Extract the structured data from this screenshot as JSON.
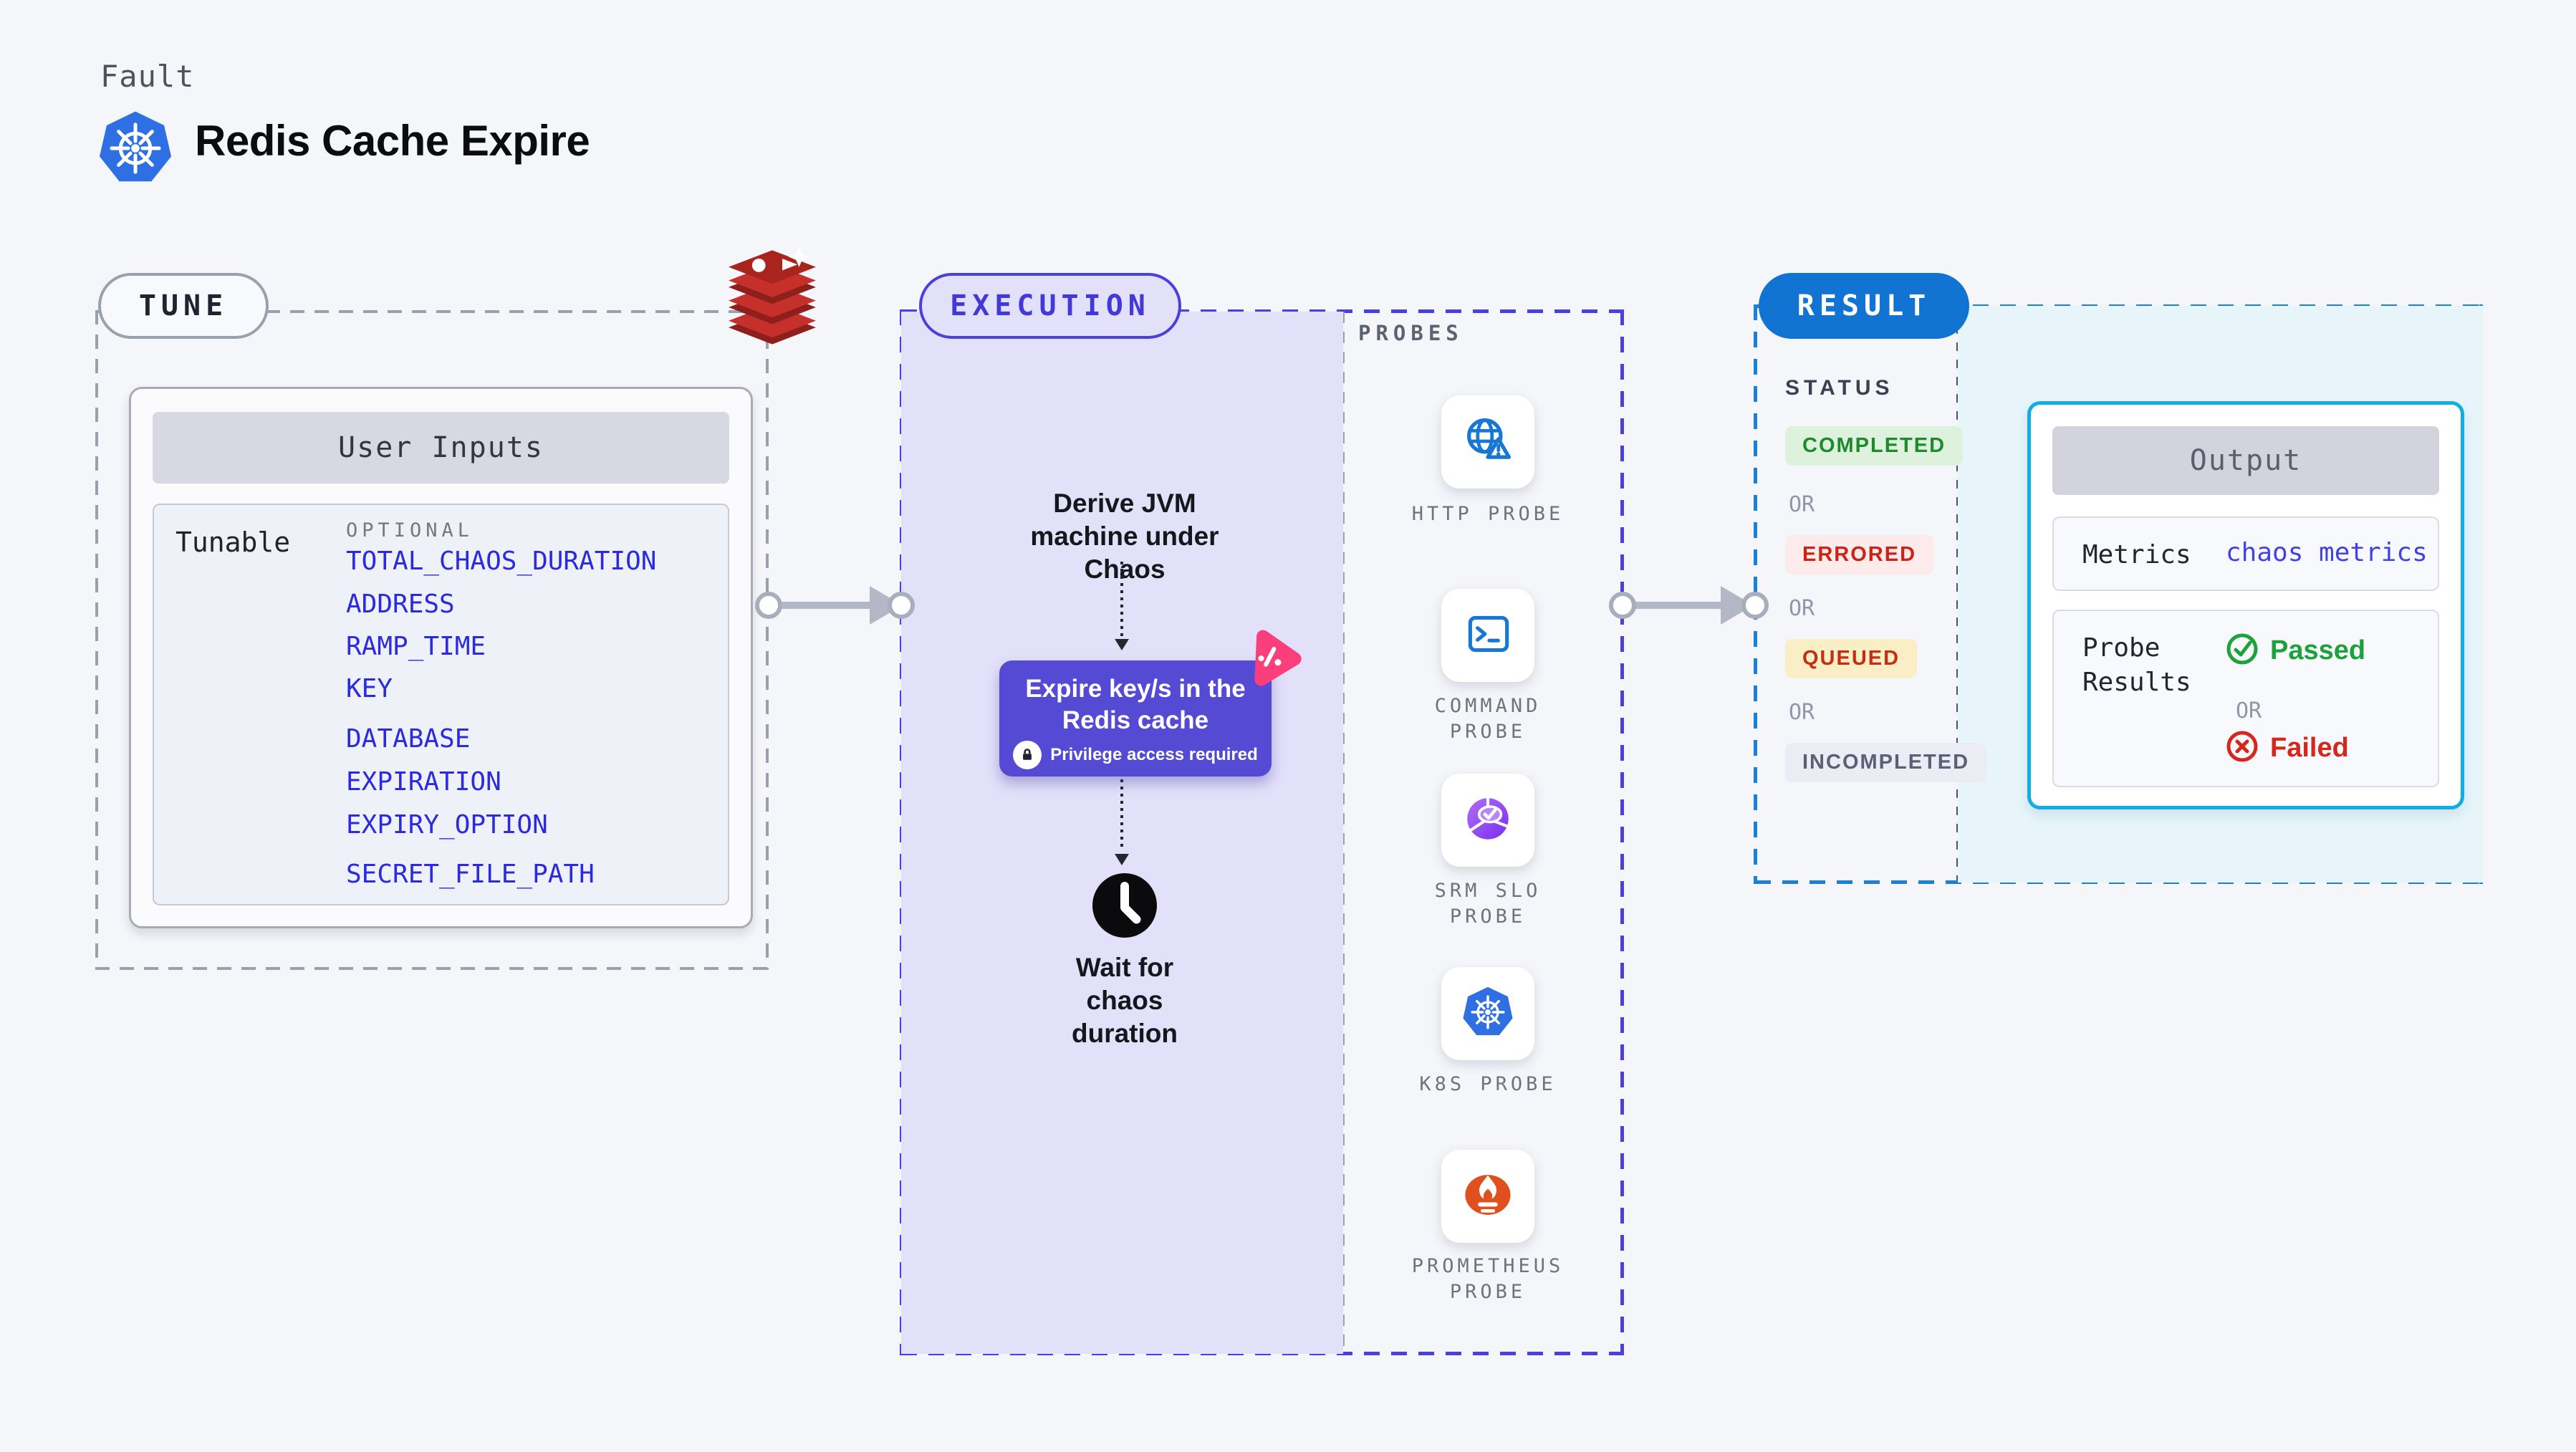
{
  "page": {
    "background": "#f5f6fa"
  },
  "header": {
    "kicker": "Fault",
    "title": "Redis Cache Expire",
    "icon": "kubernetes"
  },
  "tune": {
    "pill_label": "TUNE",
    "card_title": "User Inputs",
    "row_label": "Tunable",
    "group_label": "OPTIONAL",
    "inputs": [
      "TOTAL_CHAOS_DURATION",
      "ADDRESS",
      "RAMP_TIME",
      "KEY",
      "DATABASE",
      "EXPIRATION",
      "EXPIRY_OPTION",
      "SECRET_FILE_PATH"
    ]
  },
  "execution": {
    "pill_label": "EXECUTION",
    "step_derive": "Derive JVM machine under Chaos",
    "chaos_action": "Expire key/s in the Redis cache",
    "privilege_note": "Privilege access required",
    "wait_label": "Wait for chaos duration"
  },
  "probes": {
    "label": "PROBES",
    "items": [
      {
        "name": "HTTP PROBE",
        "icon": "globe-alert-icon"
      },
      {
        "name": "COMMAND PROBE",
        "icon": "terminal-icon"
      },
      {
        "name": "SRM SLO PROBE",
        "icon": "slo-pie-icon"
      },
      {
        "name": "K8S PROBE",
        "icon": "kubernetes-icon"
      },
      {
        "name": "PROMETHEUS PROBE",
        "icon": "prometheus-icon"
      }
    ]
  },
  "result": {
    "pill_label": "RESULT",
    "status_label": "STATUS",
    "or_label": "OR",
    "statuses": [
      {
        "label": "COMPLETED",
        "bg": "#def1dc",
        "color": "#1d8b2c"
      },
      {
        "label": "ERRORED",
        "bg": "#fcebea",
        "color": "#cb2417"
      },
      {
        "label": "QUEUED",
        "bg": "#f9eec6",
        "color": "#c32f12"
      },
      {
        "label": "INCOMPLETED",
        "bg": "#ebecf4",
        "color": "#5c6076"
      }
    ],
    "output": {
      "title": "Output",
      "metrics_label": "Metrics",
      "metrics_value": "chaos metrics",
      "probe_results_label": "Probe Results",
      "passed_label": "Passed",
      "or_label": "OR",
      "failed_label": "Failed"
    }
  },
  "colors": {
    "execution_indigo": "#4a41dd",
    "chaos_box": "#544ad4",
    "result_blue": "#1173d2",
    "output_border_cyan": "#12aee2",
    "lavender_fill": "#e3e1f9",
    "result_fill": "#e7f5fb",
    "link_blue": "#2a2ae0",
    "passed_green": "#1ca23a",
    "failed_red": "#d5271b",
    "redis_red": "#c6302b",
    "kubernetes_blue": "#2f6fe4",
    "prometheus_orange": "#e0501f",
    "chaos_pink": "#fb3e7c"
  }
}
